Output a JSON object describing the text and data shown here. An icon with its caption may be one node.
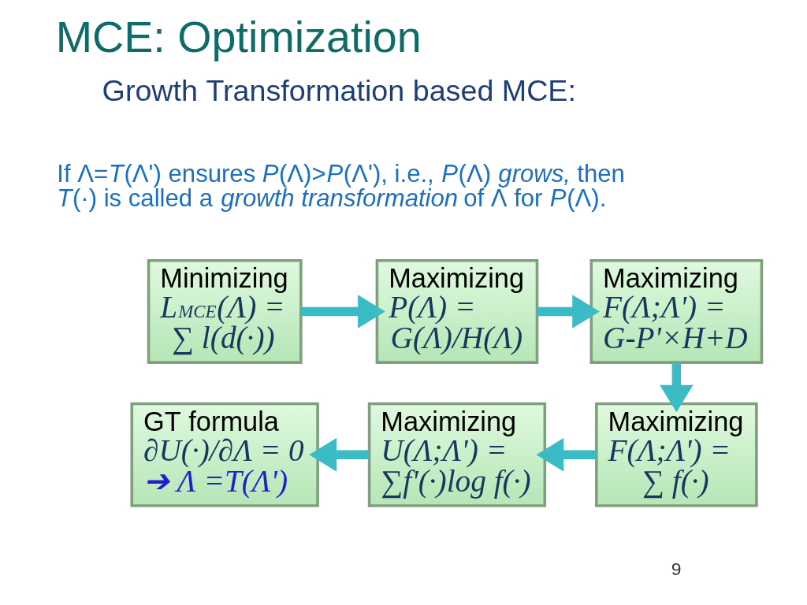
{
  "diagram": {
    "title": "MCE: Optimization",
    "nodes": [
      {
        "text": [
          "Minimizing",
          "L$_{MCE}$(Λ) = ∑ l(d(·))"
        ]
      },
      {
        "text": [
          "Maximizing",
          "P(Λ) = G(Λ)/H(Λ)"
        ]
      },
      {
        "text": [
          "Maximizing",
          "F(Λ;Λ') = G-P'×H+D"
        ]
      },
      {
        "text": [
          "GT formula",
          "∂U(·)/∂Λ = 0",
          "➔ Λ =T(Λ')"
        ]
      },
      {
        "text": [
          "Maximizing",
          "U(Λ;Λ') = ∑f'(·)log f(·)"
        ]
      },
      {
        "text": [
          "Maximizing",
          "F(Λ;Λ') = ∑ f(·)"
        ]
      }
    ],
    "edges": [
      {
        "from": 0,
        "to": 1,
        "arrow": "to"
      },
      {
        "from": 1,
        "to": 2,
        "arrow": "to"
      },
      {
        "from": 2,
        "to": 5,
        "arrow": "to"
      },
      {
        "from": 5,
        "to": 4,
        "arrow": "to"
      },
      {
        "from": 4,
        "to": 3,
        "arrow": "to"
      }
    ],
    "labels": [
      "Growth Transformation based MCE:",
      "If Λ=*T*(Λ') ensures *P*(Λ)>*P*(Λ'), i.e., *P*(Λ) *grows,* then *T*(·) is called a *growth transformation* of Λ for *P*(Λ).",
      "9"
    ]
  }
}
